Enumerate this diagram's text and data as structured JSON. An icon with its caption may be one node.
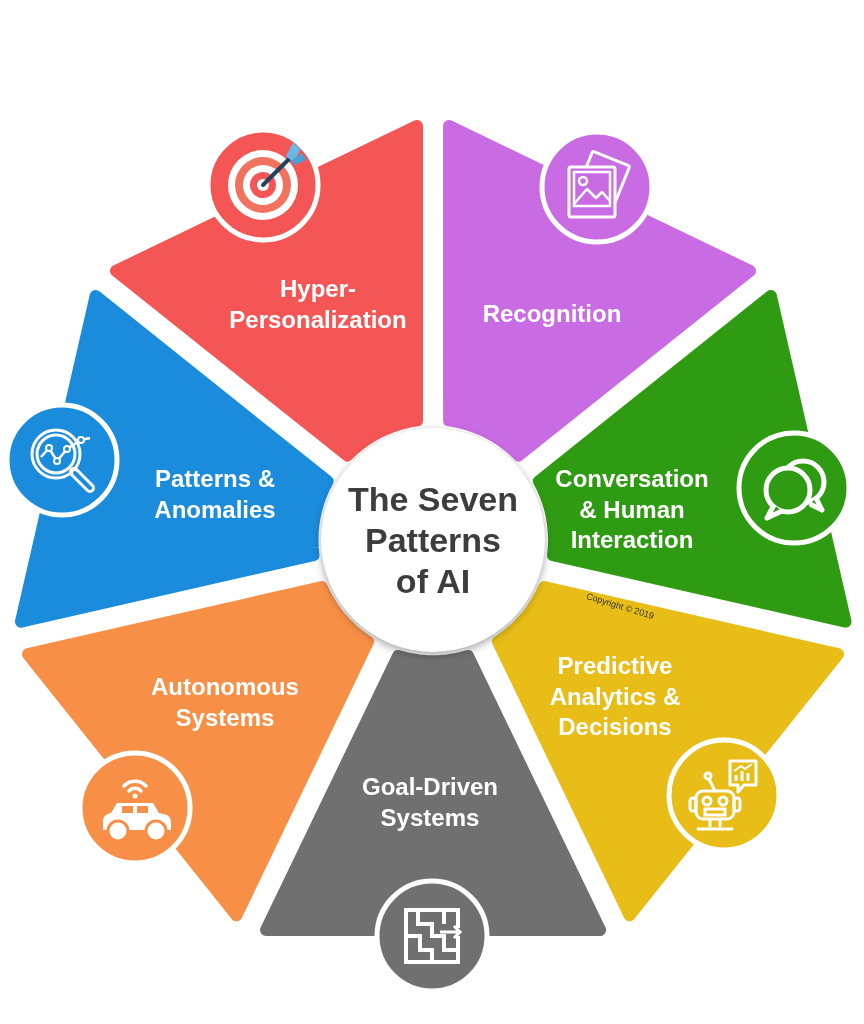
{
  "diagram": {
    "nodes": [
      {
        "text": [
          "The Seven Patterns of AI"
        ]
      },
      {
        "text": [
          "Hyper-Personalization"
        ]
      },
      {
        "text": [
          "Recognition"
        ]
      },
      {
        "text": [
          "Conversation & Human Interaction"
        ]
      },
      {
        "text": [
          "Predictive Analytics & Decisions"
        ]
      },
      {
        "text": [
          "Goal-Driven Systems"
        ]
      },
      {
        "text": [
          "Autonomous Systems"
        ]
      },
      {
        "text": [
          "Patterns & Anomalies"
        ]
      }
    ],
    "labels": [
      "Copyright © 2019"
    ]
  }
}
